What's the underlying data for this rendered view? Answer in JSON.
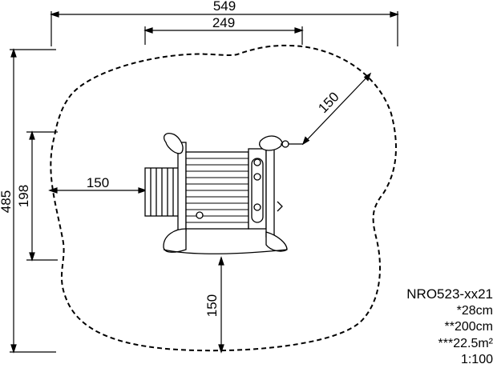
{
  "dimensions": {
    "total_width": "549",
    "equipment_width": "249",
    "total_depth": "485",
    "equipment_depth": "198",
    "left_clearance": "150",
    "bottom_clearance": "150",
    "diagonal_clearance": "150"
  },
  "info": {
    "product_code": "NRO523-xx21",
    "fall_height": "*28cm",
    "free_height": "**200cm",
    "area": "***22.5m²",
    "scale": "1:100"
  },
  "colors": {
    "ink": "#000000",
    "background": "#ffffff"
  }
}
